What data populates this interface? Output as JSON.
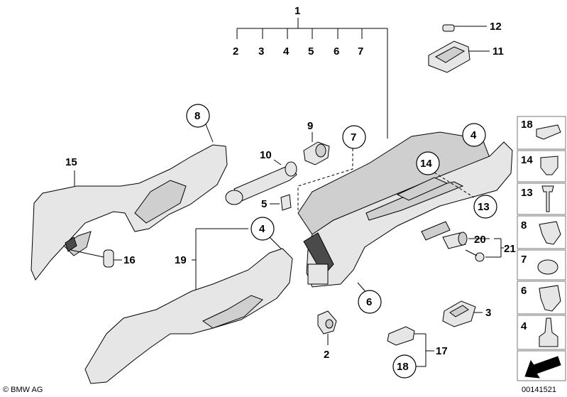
{
  "labels": {
    "l1": "1",
    "l2a": "2",
    "l3a": "3",
    "l4a": "4",
    "l5a": "5",
    "l6a": "6",
    "l7a": "7",
    "l12": "12",
    "l11": "11",
    "l8": "8",
    "l9": "9",
    "l10": "10",
    "l7b": "7",
    "l5b": "5",
    "l15": "15",
    "l16": "16",
    "l4b": "4",
    "l19": "19",
    "l4c": "4",
    "l14": "14",
    "l13": "13",
    "l20": "20",
    "l21": "21",
    "l6b": "6",
    "l2b": "2",
    "l3b": "3",
    "l17": "17",
    "l18": "18"
  },
  "legend": [
    "18",
    "14",
    "13",
    "8",
    "7",
    "6",
    "4"
  ],
  "footer": {
    "brand": "© BMW AG",
    "code": "00141521"
  }
}
